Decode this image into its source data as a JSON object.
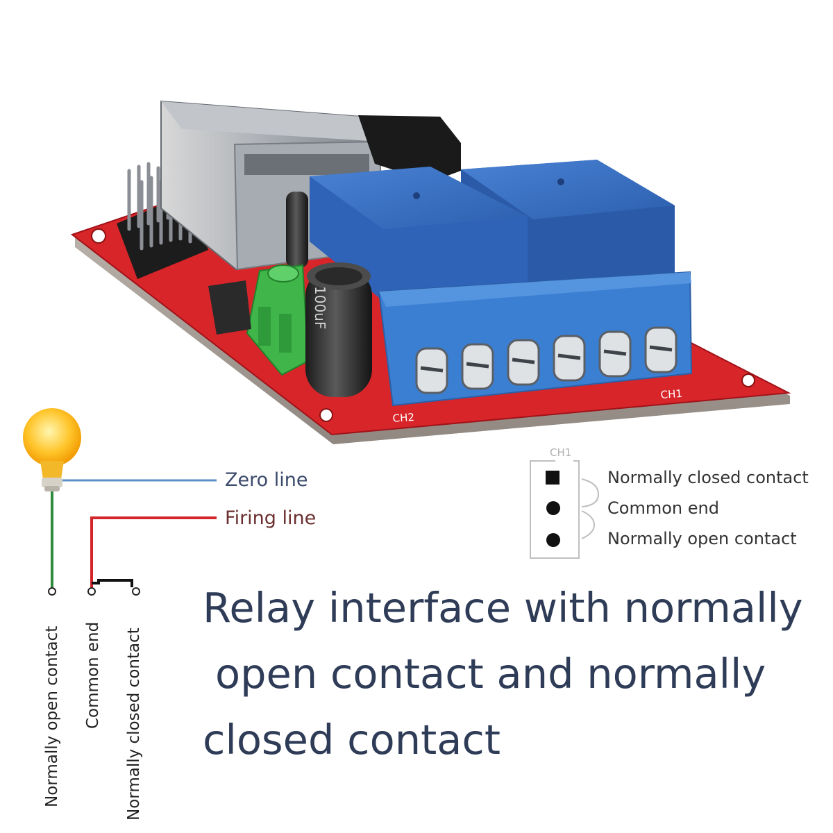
{
  "wiring": {
    "zero_line": "Zero line",
    "firing_line": "Firing line",
    "zero_color": "#5b8fc6",
    "firing_color": "#d4262a",
    "load_color": "#2e8b3c"
  },
  "ch1_legend": {
    "title": "CH1",
    "normally_closed": "Normally closed contact",
    "common": "Common end",
    "normally_open": "Normally open contact"
  },
  "terminal_labels": {
    "normally_open": "Normally open contact",
    "common": "Common end",
    "normally_closed": "Normally closed contact"
  },
  "headline": {
    "line1": "Relay interface with normally",
    "line2": "open contact and normally",
    "line3": "closed contact"
  },
  "board": {
    "silk_ch2": "CH2",
    "silk_ch1": "CH1",
    "capacitor": "100uF",
    "pcb_color": "#d8252a",
    "relay_color": "#2e63b8",
    "terminal_color": "#3f7fd0"
  }
}
